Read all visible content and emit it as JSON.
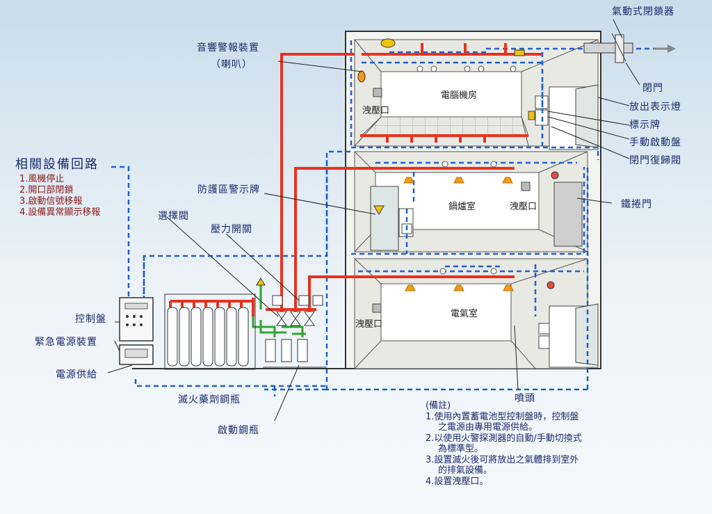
{
  "labels": {
    "pneumatic_lock": "氣動式閉鎖器",
    "alarm_device": "音響警報裝置",
    "alarm_device_sub": "（喇叭）",
    "close_door": "閉門",
    "discharge_light": "放出表示燈",
    "sign_board": "標示牌",
    "manual_panel": "手動啟動盤",
    "door_reset": "閉門復歸閥",
    "zone_warning_sign": "防護區警示牌",
    "selector_valve": "選擇閥",
    "pressure_switch": "壓力開關",
    "rolling_door": "鐵捲門",
    "control_panel": "控制盤",
    "emergency_power": "緊急電源裝置",
    "power_supply": "電源供給",
    "agent_cylinders": "滅火藥劑鋼瓶",
    "starter_cylinders": "啟動鋼瓶",
    "nozzle": "噴頭"
  },
  "rooms": {
    "computer_room": "電腦機房",
    "boiler_room": "鍋爐室",
    "electric_room": "電氣室",
    "vent_1": "洩壓口",
    "vent_2": "洩壓口",
    "vent_3": "洩壓口"
  },
  "circuits": {
    "title": "相關設備回路",
    "items": [
      "1.風機停止",
      "2.開口部閉鎖",
      "3.啟動信號移報",
      "4.設備異常顯示移報"
    ]
  },
  "notes": {
    "title": "(備註)",
    "lines": [
      "1.使用內置蓄電池型控制盤時，控制盤",
      "之電源由專用電源供給。",
      "2.以使用火警探測器的自動/手動切換式",
      "為標準型。",
      "3.設置滅火後可將放出之氣體排到室外",
      "的排氣設備。",
      "4.設置洩壓口。"
    ]
  },
  "colors": {
    "pipe_red": "#e8321e",
    "wire_blue": "#1f5fd0",
    "pipe_green": "#2fa52f",
    "building_line": "#3a3a3a",
    "label_blue": "#1a2a6c",
    "label_red": "#8b1a1a"
  }
}
